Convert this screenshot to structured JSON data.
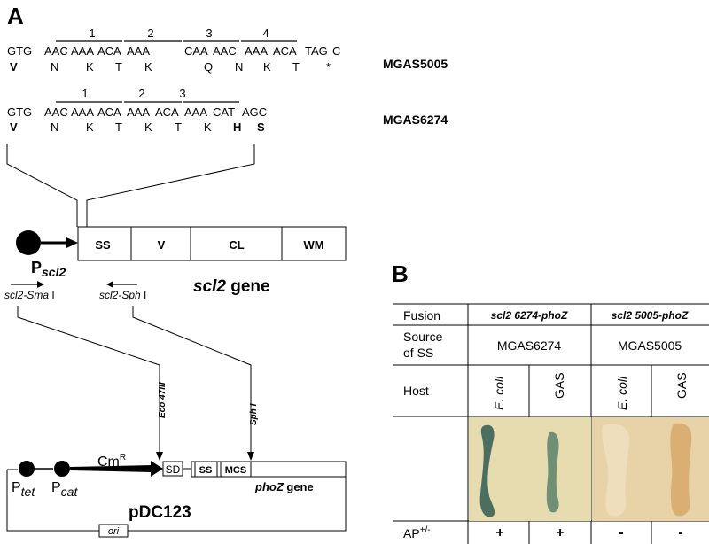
{
  "panelA": {
    "label": "A",
    "mgas5005": {
      "strain": "MGAS5005",
      "repeat_nums": [
        "1",
        "2",
        "3",
        "4"
      ],
      "codons": [
        "GTG",
        "AAC",
        "AAA",
        "ACA",
        "AAA",
        "CAA",
        "AAC",
        "AAA",
        "ACA",
        "TAG",
        "C"
      ],
      "aas": [
        {
          "t": "V",
          "bold": true
        },
        {
          "t": "N",
          "bold": false
        },
        {
          "t": "K",
          "bold": false
        },
        {
          "t": "T",
          "bold": false
        },
        {
          "t": "K",
          "bold": false
        },
        {
          "t": "Q",
          "bold": false
        },
        {
          "t": "N",
          "bold": false
        },
        {
          "t": "K",
          "bold": false
        },
        {
          "t": "T",
          "bold": false
        },
        {
          "t": "*",
          "bold": false
        }
      ]
    },
    "mgas6274": {
      "strain": "MGAS6274",
      "repeat_nums": [
        "1",
        "2",
        "3"
      ],
      "codons": [
        "GTG",
        "AAC",
        "AAA",
        "ACA",
        "AAA",
        "ACA",
        "AAA",
        "CAT",
        "AGC"
      ],
      "aas": [
        {
          "t": "V",
          "bold": true
        },
        {
          "t": "N",
          "bold": false
        },
        {
          "t": "K",
          "bold": false
        },
        {
          "t": "T",
          "bold": false
        },
        {
          "t": "K",
          "bold": false
        },
        {
          "t": "T",
          "bold": false
        },
        {
          "t": "K",
          "bold": false
        },
        {
          "t": "H",
          "bold": true
        },
        {
          "t": "S",
          "bold": true
        }
      ]
    },
    "gene": {
      "promoter_main": "P",
      "promoter_sub": "scl2",
      "domains": [
        "SS",
        "V",
        "CL",
        "WM"
      ],
      "gene_italic": "scl2",
      "gene_rest": " gene",
      "primer_left": "scl2-Sma",
      "primer_left_suffix": " I",
      "primer_right": "scl2-Sph",
      "primer_right_suffix": " I"
    },
    "plasmid": {
      "name": "pDC123",
      "cm_main": "Cm",
      "cm_sup": "R",
      "p_tet_main": "P",
      "p_tet_sub": "tet",
      "p_cat_main": "P",
      "p_cat_sub": "cat",
      "site1": "Eco 47III",
      "site2": "Sph I",
      "sd": "SD",
      "ss": "SS",
      "mcs": "MCS",
      "phoz_italic": "phoZ",
      "phoz_rest": " gene",
      "ori": "ori"
    }
  },
  "panelB": {
    "label": "B",
    "fusion_label": "Fusion",
    "fusion1": "scl2 6274-phoZ",
    "fusion2": "scl2 5005-phoZ",
    "source_label_1": "Source",
    "source_label_2": "of SS",
    "source1": "MGAS6274",
    "source2": "MGAS5005",
    "host_label": "Host",
    "hosts": [
      "E. coli",
      "GAS",
      "E. coli",
      "GAS"
    ],
    "ap_label": "AP",
    "ap_sup": "+/-",
    "ap_values": [
      "+",
      "+",
      "-",
      "-"
    ]
  },
  "colors": {
    "blue_stain": "#2f5a50",
    "plate_bg": "#e6dcb0",
    "plate_bg_right": "#e8d2a8",
    "orange_stain": "#d8a86a"
  }
}
